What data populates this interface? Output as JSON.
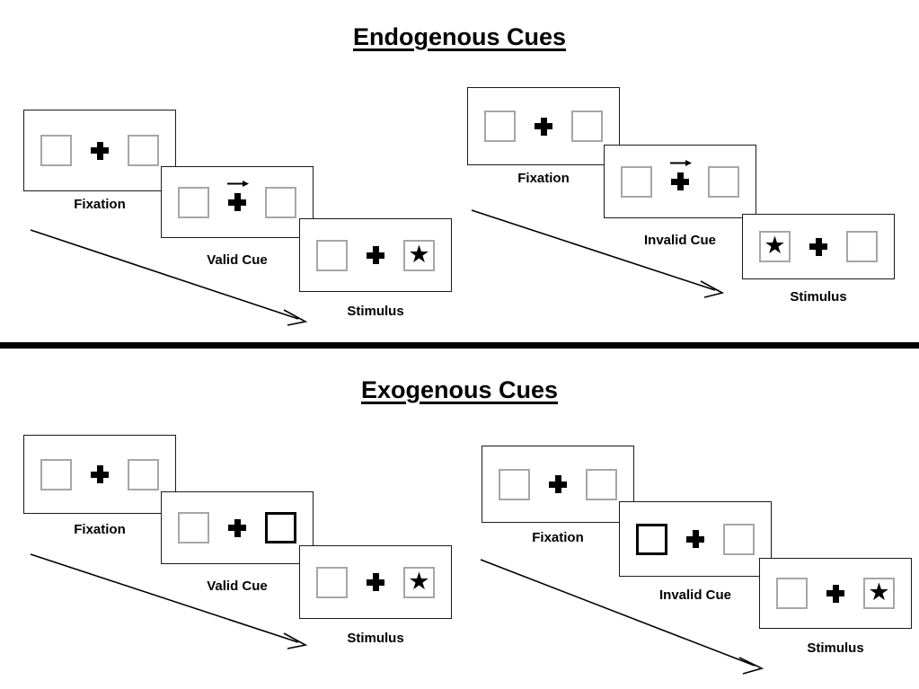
{
  "sections": [
    {
      "id": "endogenous",
      "title": "Endogenous Cues",
      "cue_type": "arrow",
      "sequences": [
        {
          "id": "endogenous-valid",
          "validity": "valid",
          "frames": [
            {
              "caption": "Fixation",
              "cue": "none",
              "star": "none"
            },
            {
              "caption": "Valid Cue",
              "cue": "arrow-right",
              "star": "none"
            },
            {
              "caption": "Stimulus",
              "cue": "none",
              "star": "right"
            }
          ]
        },
        {
          "id": "endogenous-invalid",
          "validity": "invalid",
          "frames": [
            {
              "caption": "Fixation",
              "cue": "none",
              "star": "none"
            },
            {
              "caption": "Invalid Cue",
              "cue": "arrow-right",
              "star": "none"
            },
            {
              "caption": "Stimulus",
              "cue": "none",
              "star": "left"
            }
          ]
        }
      ]
    },
    {
      "id": "exogenous",
      "title": "Exogenous Cues",
      "cue_type": "box-flash",
      "sequences": [
        {
          "id": "exogenous-valid",
          "validity": "valid",
          "frames": [
            {
              "caption": "Fixation",
              "cue": "none",
              "star": "none"
            },
            {
              "caption": "Valid Cue",
              "cue": "box-right",
              "star": "none"
            },
            {
              "caption": "Stimulus",
              "cue": "none",
              "star": "right"
            }
          ]
        },
        {
          "id": "exogenous-invalid",
          "validity": "invalid",
          "frames": [
            {
              "caption": "Fixation",
              "cue": "none",
              "star": "none"
            },
            {
              "caption": "Invalid Cue",
              "cue": "box-left",
              "star": "none"
            },
            {
              "caption": "Stimulus",
              "cue": "none",
              "star": "right"
            }
          ]
        }
      ]
    }
  ],
  "glyphs": {
    "star": "★",
    "fixation_cross": "plus-sign",
    "arrow_cue": "right-arrow"
  },
  "colors": {
    "ink": "#000000",
    "frame_border": "#1a1a1a",
    "box_border": "#a6a6a6",
    "cued_box_border": "#000000",
    "background": "#ffffff"
  },
  "captions": {
    "fixation": "Fixation",
    "valid_cue": "Valid Cue",
    "invalid_cue": "Invalid Cue",
    "stimulus": "Stimulus"
  }
}
